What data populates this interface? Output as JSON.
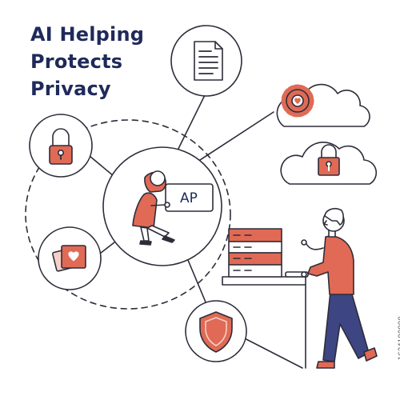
{
  "headline": {
    "line1": "AI Helping",
    "line2": "Protects",
    "line3": "Privacy"
  },
  "hub": {
    "screen_label": "AP"
  },
  "stock_id": "1634100990",
  "colors": {
    "navy": "#1f2a5a",
    "accent": "#e06a55",
    "accent_light": "#f6d0c6",
    "line": "#2d2d3a",
    "trouser": "#3d4583"
  },
  "icons": [
    "document-icon",
    "padlock-icon",
    "photo-heart-icon",
    "shield-icon",
    "cloud-gear-icon",
    "cloud-lock-icon",
    "server-stack-icon"
  ]
}
